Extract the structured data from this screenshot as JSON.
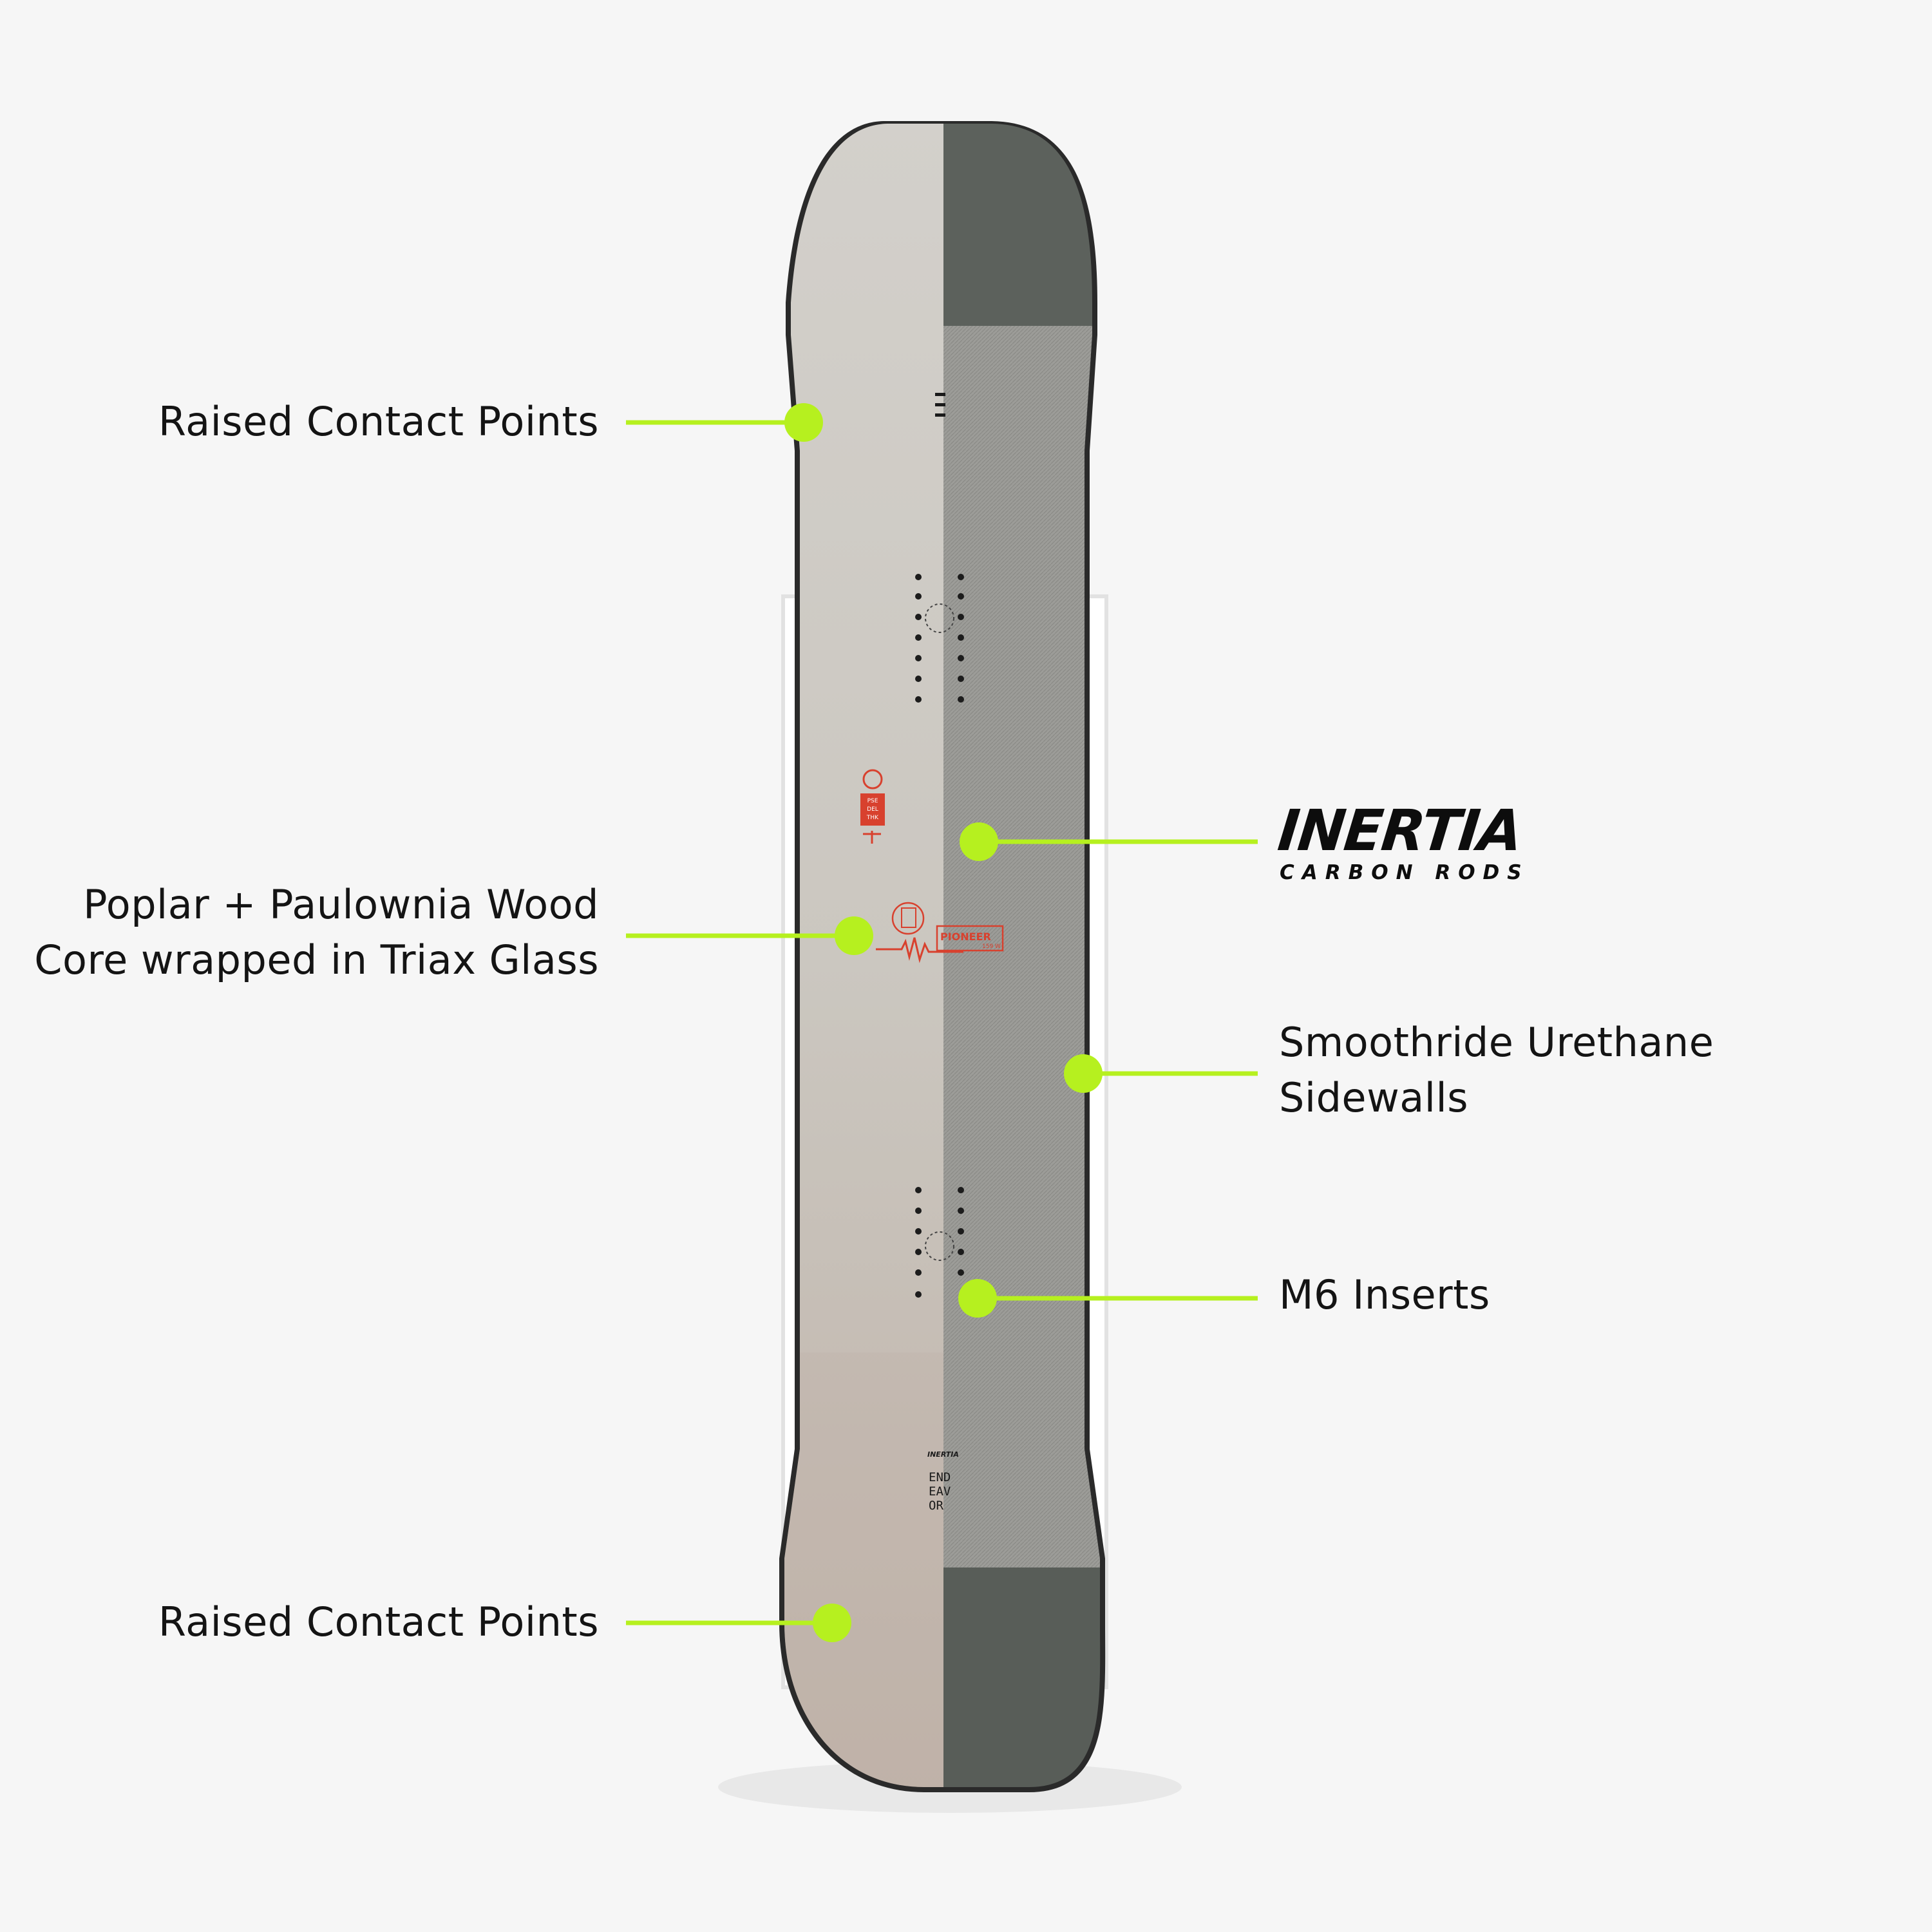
{
  "colors": {
    "background": "#f6f6f6",
    "accent": "#b6f01f",
    "board_light": "#cfcbc4",
    "board_dark": "#5b605b",
    "board_edge": "#2c2c2c",
    "print_red": "#d8412e",
    "text": "#141414"
  },
  "callouts": {
    "contact_points_top": {
      "label": "Raised Contact Points"
    },
    "wood_core": {
      "lines": [
        "Poplar + Paulownia Wood",
        "Core wrapped in Triax Glass"
      ]
    },
    "carbon_rods": {
      "logo_word": "INERTIA",
      "logo_sub": "CARBON RODS"
    },
    "sidewalls": {
      "lines": [
        "Smoothride Urethane",
        "Sidewalls"
      ]
    },
    "inserts": {
      "label": "M6 Inserts"
    },
    "contact_points_bottom": {
      "label": "Raised Contact Points"
    }
  },
  "board": {
    "model": "PIONEER",
    "size": "159 W",
    "brand_lines": [
      "END",
      "EAV",
      "OR"
    ],
    "core_badge_lines": [
      "PSE",
      "DEL",
      "THK"
    ],
    "tail_brand": "INERTIA"
  }
}
